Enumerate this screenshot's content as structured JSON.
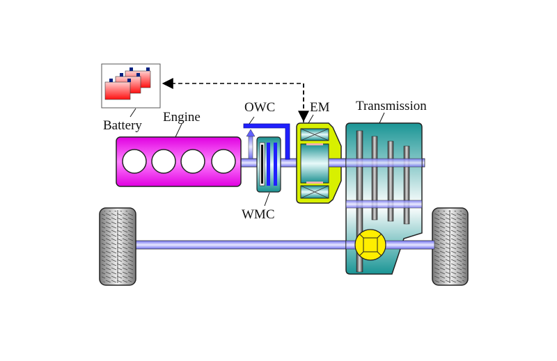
{
  "labels": {
    "battery": "Battery",
    "engine": "Engine",
    "owc": "OWC",
    "em": "EM",
    "transmission": "Transmission",
    "wmc": "WMC"
  },
  "colors": {
    "engine": "#ff00ff",
    "em": "#d8f000",
    "transmission": "#1e9a9a",
    "shaft": "#8080ff",
    "battery": "#ff3030",
    "differential": "#ffee00"
  }
}
